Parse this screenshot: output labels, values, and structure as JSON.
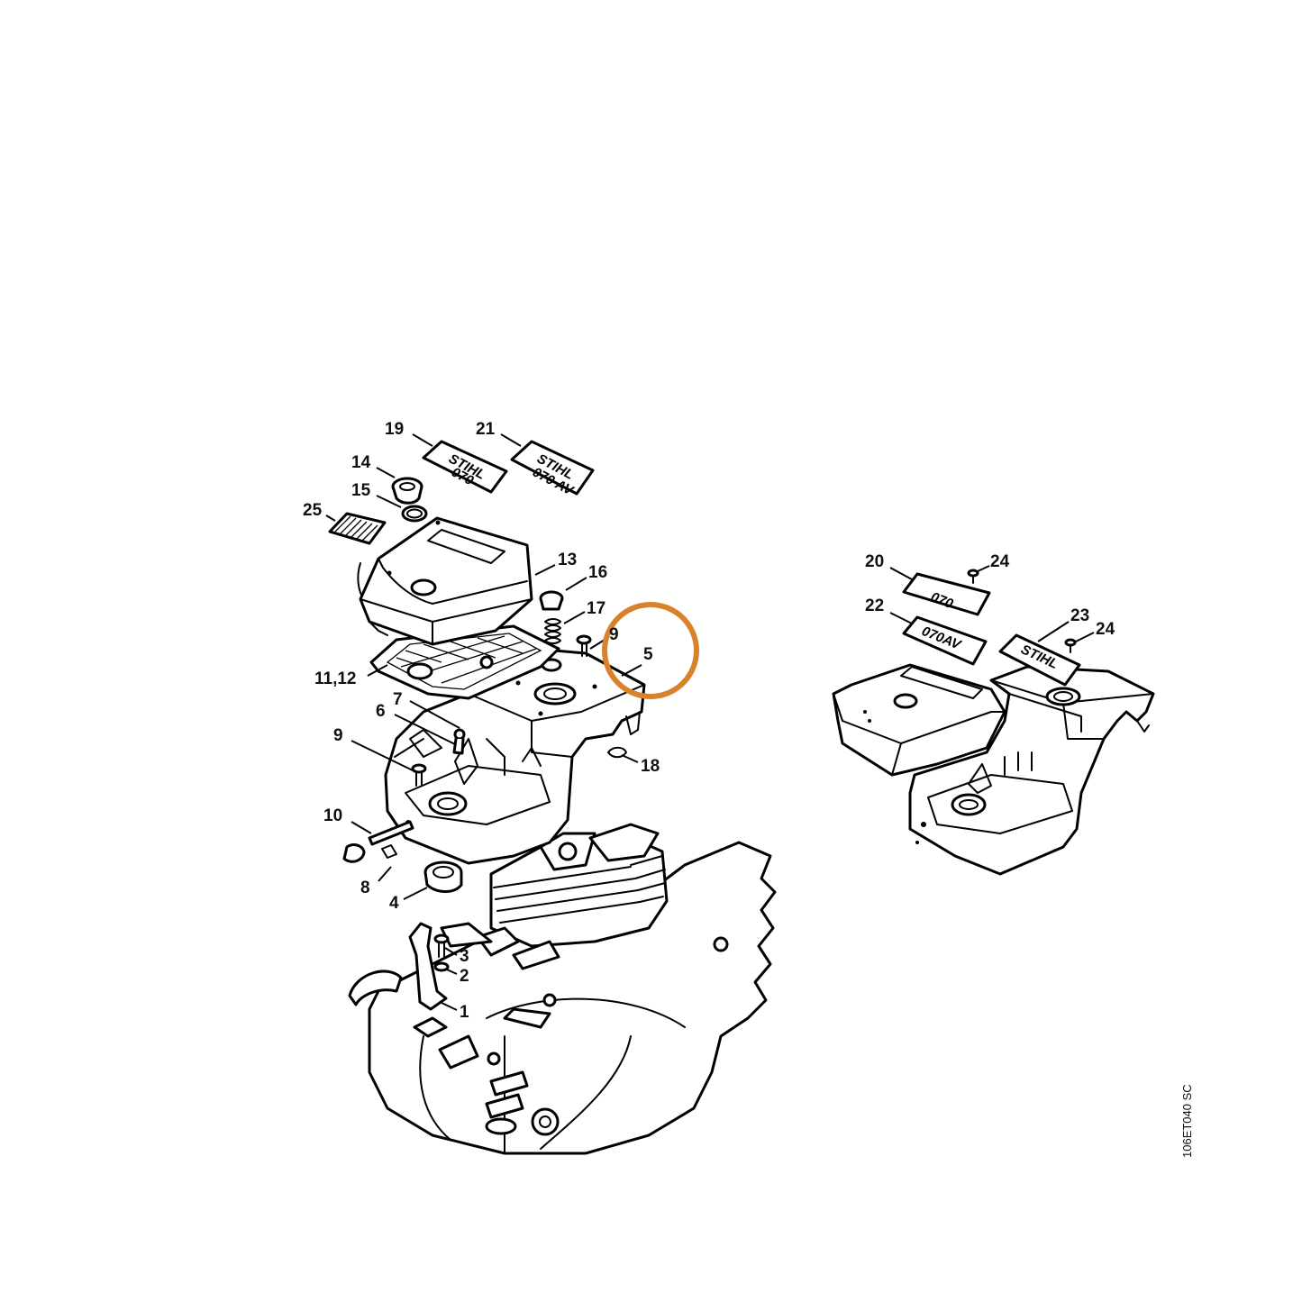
{
  "callouts": [
    {
      "id": "c19",
      "text": "19"
    },
    {
      "id": "c21",
      "text": "21"
    },
    {
      "id": "c14",
      "text": "14"
    },
    {
      "id": "c15",
      "text": "15"
    },
    {
      "id": "c25",
      "text": "25"
    },
    {
      "id": "c13",
      "text": "13"
    },
    {
      "id": "c16",
      "text": "16"
    },
    {
      "id": "c17",
      "text": "17"
    },
    {
      "id": "c9a",
      "text": "9"
    },
    {
      "id": "c5",
      "text": "5"
    },
    {
      "id": "c11",
      "text": "11,12"
    },
    {
      "id": "c7",
      "text": "7"
    },
    {
      "id": "c6",
      "text": "6"
    },
    {
      "id": "c9b",
      "text": "9"
    },
    {
      "id": "c18",
      "text": "18"
    },
    {
      "id": "c10",
      "text": "10"
    },
    {
      "id": "c8",
      "text": "8"
    },
    {
      "id": "c4",
      "text": "4"
    },
    {
      "id": "c3",
      "text": "3"
    },
    {
      "id": "c2",
      "text": "2"
    },
    {
      "id": "c1",
      "text": "1"
    },
    {
      "id": "c20",
      "text": "20"
    },
    {
      "id": "c24a",
      "text": "24"
    },
    {
      "id": "c22",
      "text": "22"
    },
    {
      "id": "c23",
      "text": "23"
    },
    {
      "id": "c24b",
      "text": "24"
    }
  ],
  "plates": {
    "p19_line1": "STIHL",
    "p19_line2": "070",
    "p21_line1": "STIHL",
    "p21_line2": "070 AV",
    "p20": "070",
    "p22": "070AV",
    "p23": "STIHL"
  },
  "highlight": {
    "part": "5",
    "color": "#d9822b"
  },
  "drawing_code": "106ET040 SC"
}
